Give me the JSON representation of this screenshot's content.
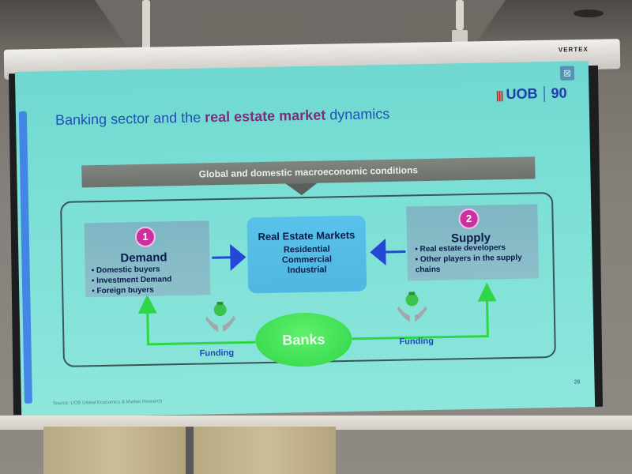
{
  "projector": {
    "brand": "VERTEX"
  },
  "slide": {
    "title": {
      "prefix": "Banking sector and the ",
      "highlight": "real estate market",
      "suffix": " dynamics"
    },
    "logo": {
      "mark": "|||",
      "text": "UOB",
      "anniversary": "90"
    },
    "macro_bar": "Global and domestic macroeconomic conditions",
    "demand": {
      "number": "1",
      "title": "Demand",
      "items": [
        "Domestic buyers",
        "Investment Demand",
        "Foreign buyers"
      ]
    },
    "center": {
      "title": "Real Estate Markets",
      "lines": [
        "Residential",
        "Commercial",
        "Industrial"
      ]
    },
    "supply": {
      "number": "2",
      "title": "Supply",
      "items": [
        "Real estate developers",
        "Other players in the supply chains"
      ]
    },
    "banks": "Banks",
    "funding_left": "Funding",
    "funding_right": "Funding",
    "source": "Source: UOB Global Economics & Market Research",
    "page_number": "26"
  },
  "colors": {
    "slide_bg": "#7bdfd6",
    "title_blue": "#1e4fb4",
    "title_highlight": "#7d2c7e",
    "banks_green": "#2fd648",
    "arrow_blue": "#2447d6",
    "badge_pink": "#cc2f9f"
  },
  "icons": [
    "money-bag-hands-icon",
    "menu-grid-icon"
  ]
}
